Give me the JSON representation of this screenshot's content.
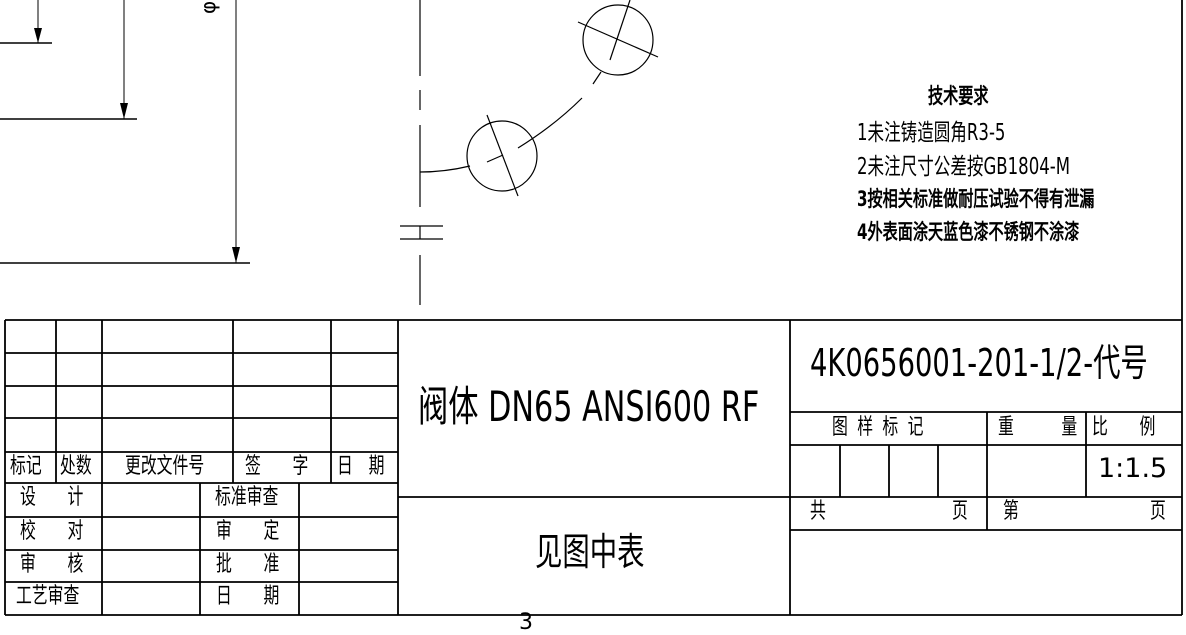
{
  "drawing": {
    "diameter_symbol": "φ",
    "partial_label": "3"
  },
  "tech_requirements": {
    "title": "技术要求",
    "items": [
      "1未注铸造圆角R3-5",
      "2未注尺寸公差按GB1804-M",
      "3按相关标准做耐压试验不得有泄漏",
      "4外表面涂天蓝色漆不锈钢不涂漆"
    ]
  },
  "revision_table": {
    "headers": [
      "标记",
      "处数",
      "更改文件号",
      "签　　字",
      "日　期"
    ]
  },
  "approval_table": {
    "left_labels": [
      "设　　计",
      "校　　对",
      "审　　核",
      "工艺审查"
    ],
    "right_labels": [
      "标准审查",
      "审　　定",
      "批　　准",
      "日　　期"
    ]
  },
  "title_block": {
    "part_name": "阀体 DN65 ANSI600 RF",
    "material": "见图中表",
    "drawing_number": "4K0656001-201-1/2-代号",
    "sample_mark_label": "图 样 标 记",
    "weight_label": "重　　　量",
    "scale_label": "比　　例",
    "scale_value": "1:1.5",
    "total_pages_label": "共",
    "page_label": "页",
    "sheet_label": "第",
    "sheet_page_label": "页"
  }
}
